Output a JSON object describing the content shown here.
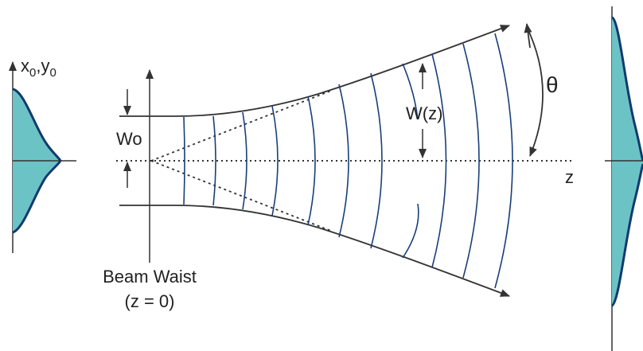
{
  "labels": {
    "profile_axis": "x",
    "profile_axis_sub": "0",
    "profile_axis_sep": ",y",
    "profile_axis_sub2": "0",
    "waist_radius": "Wo",
    "beam_radius": "W(z)",
    "divergence_angle": "θ",
    "propagation_axis": "z",
    "beam_waist_line1": "Beam Waist",
    "beam_waist_line2": "(z = 0)"
  },
  "colors": {
    "line": "#333333",
    "wavefront": "#1a3f7a",
    "profile_fill": "#6cc3c6",
    "profile_curve": "#123a6e"
  }
}
